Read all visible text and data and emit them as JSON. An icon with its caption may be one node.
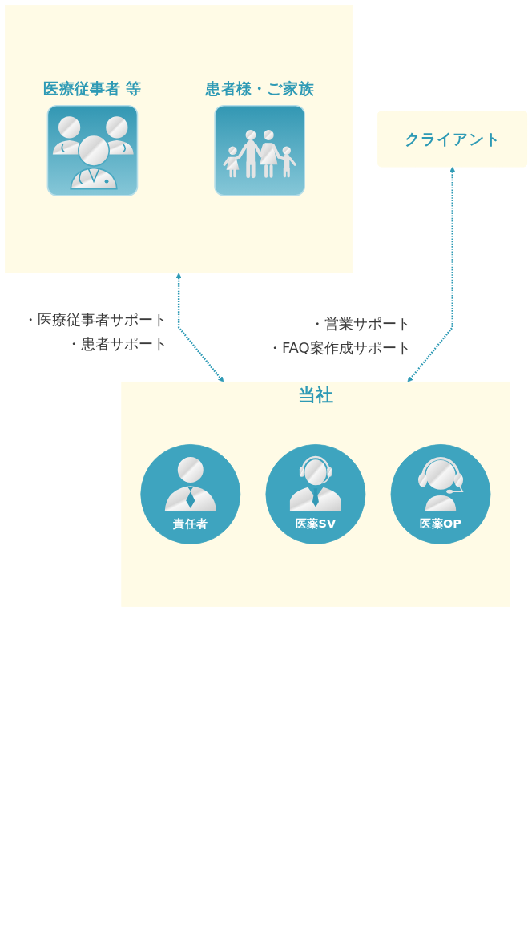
{
  "diagram": {
    "nodes": [
      {
        "text": [],
        "shape": "box"
      },
      {
        "text": [
          "医療従事者 等"
        ],
        "in": 0
      },
      {
        "text": [
          "患者様・ご家族"
        ],
        "in": 0
      },
      {
        "text": [
          "クライアント"
        ]
      },
      {
        "text": [
          "当社"
        ]
      },
      {
        "text": [
          "責任者"
        ],
        "in": 4
      },
      {
        "text": [
          "医薬SV"
        ],
        "in": 4
      },
      {
        "text": [
          "医薬OP"
        ],
        "in": 4
      }
    ],
    "edges": [
      {
        "from": 0,
        "to": 4,
        "arrow": "both",
        "style": "dashed"
      },
      {
        "from": 3,
        "to": 4,
        "arrow": "both",
        "style": "dashed"
      }
    ],
    "labels": [
      "・医療従事者サポート",
      "・患者サポート",
      "・営業サポート",
      "・FAQ案作成サポート"
    ]
  }
}
